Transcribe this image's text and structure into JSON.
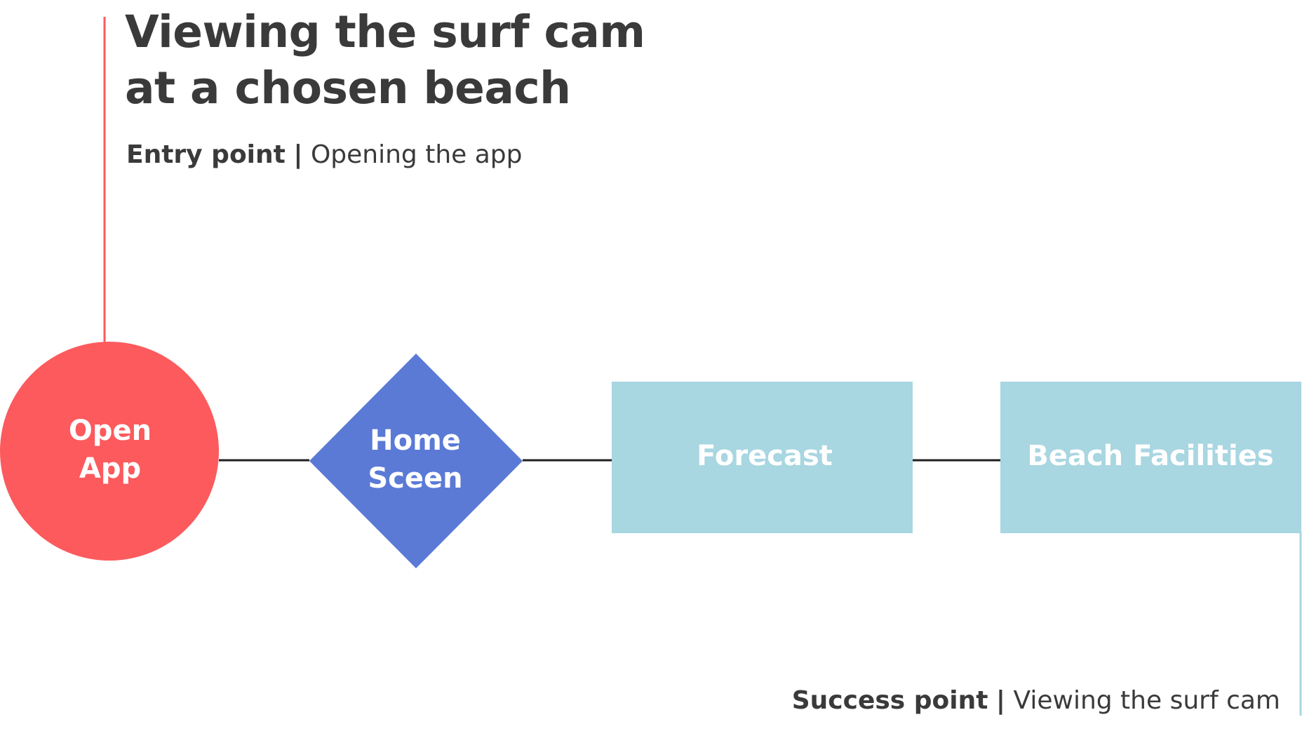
{
  "title": {
    "line1": "Viewing the surf cam",
    "line2": "at a chosen beach"
  },
  "entry": {
    "label": "Entry point",
    "separator": "|",
    "text": "Opening the app"
  },
  "success": {
    "label": "Success point",
    "separator": "|",
    "text": "Viewing the surf cam"
  },
  "nodes": {
    "open_app": {
      "line1": "Open",
      "line2": "App",
      "shape": "circle"
    },
    "home_screen": {
      "line1": "Home",
      "line2": "Sceen",
      "shape": "diamond"
    },
    "forecast": {
      "label": "Forecast",
      "shape": "rectangle"
    },
    "beach_facilities": {
      "label": "Beach Facilities",
      "shape": "rectangle"
    }
  },
  "colors": {
    "text": "#3a3a3a",
    "entry_accent": "#fc5a5d",
    "decision": "#5b7ad6",
    "process": "#a8d6e1",
    "connector": "#1f1f1f",
    "node_text": "#ffffff"
  }
}
